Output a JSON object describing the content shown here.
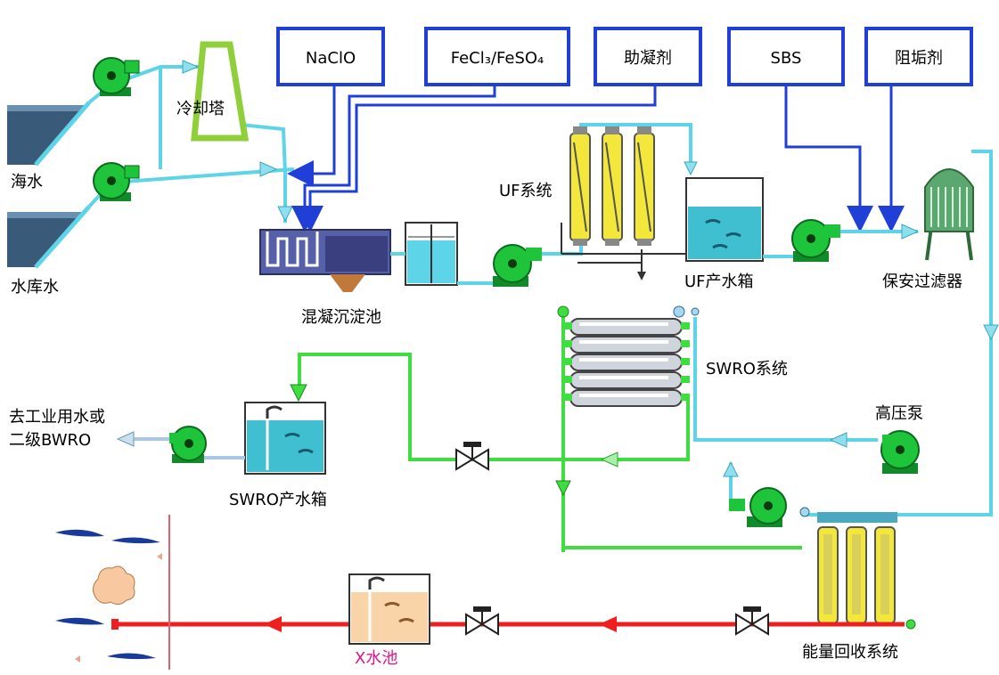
{
  "colors": {
    "water": "#5dd4e8",
    "dosing": "#1f3fd6",
    "permeate": "#3fdd3f",
    "concentrate": "#ee1f1f",
    "pump": "#1ec43a",
    "uf_module": "#f2e73a",
    "tank_fill": "#3fbfd0",
    "tower": "#8fcf3a"
  },
  "chemicals": {
    "naclo": "NaClO",
    "fecl": "FeCl₃/FeSO₄",
    "coagulant": "助凝剂",
    "sbs": "SBS",
    "antiscalant": "阻垢剂"
  },
  "labels": {
    "seawater": "海水",
    "reservoir": "水库水",
    "cooling_tower": "冷却塔",
    "sedimentation": "混凝沉淀池",
    "uf_system": "UF系统",
    "uf_tank": "UF产水箱",
    "security_filter": "保安过滤器",
    "swro_system": "SWRO系统",
    "hp_pump": "高压泵",
    "industrial_line1": "去工业用水或",
    "industrial_line2": "二级BWRO",
    "swro_tank": "SWRO产水箱",
    "energy_recovery": "能量回收系统",
    "x_pool": "X水池"
  }
}
